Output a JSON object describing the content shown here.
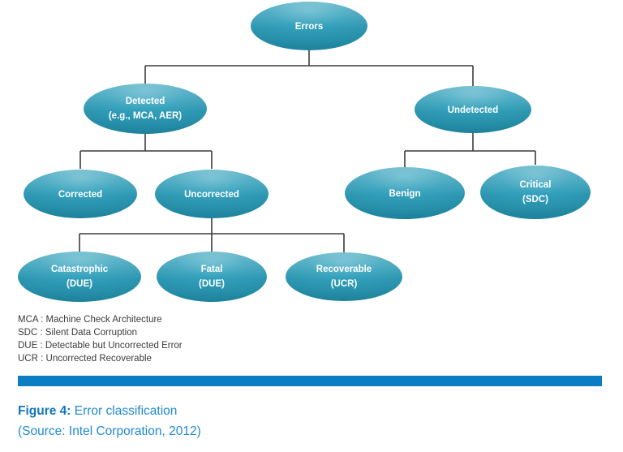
{
  "figure": {
    "caption_label": "Figure 4:",
    "caption_title": " Error classification",
    "caption_source": "(Source: Intel Corporation, 2012)",
    "accent_color": "#0b7dc3",
    "caption_color": "#2089d4"
  },
  "diagram": {
    "node_fill": "#2496b3",
    "node_text_color": "#ffffff",
    "connector_color": "#3c3c3c",
    "nodes": {
      "errors": {
        "line1": "Errors",
        "line2": ""
      },
      "detected": {
        "line1": "Detected",
        "line2": "(e.g., MCA, AER)"
      },
      "undetected": {
        "line1": "Undetected",
        "line2": ""
      },
      "corrected": {
        "line1": "Corrected",
        "line2": ""
      },
      "uncorrected": {
        "line1": "Uncorrected",
        "line2": ""
      },
      "benign": {
        "line1": "Benign",
        "line2": ""
      },
      "critical": {
        "line1": "Critical",
        "line2": "(SDC)"
      },
      "catastrophic": {
        "line1": "Catastrophic",
        "line2": "(DUE)"
      },
      "fatal": {
        "line1": "Fatal",
        "line2": "(DUE)"
      },
      "recoverable": {
        "line1": "Recoverable",
        "line2": "(UCR)"
      }
    }
  },
  "legend": {
    "rows": [
      {
        "abbr": "MCA",
        "sep": " : ",
        "text": "Machine Check Architecture"
      },
      {
        "abbr": "SDC",
        "sep": " : ",
        "text": "Silent Data Corruption"
      },
      {
        "abbr": "DUE",
        "sep": " : ",
        "text": "Detectable but Uncorrected Error"
      },
      {
        "abbr": "UCR",
        "sep": " : ",
        "text": "Uncorrected Recoverable"
      }
    ]
  }
}
